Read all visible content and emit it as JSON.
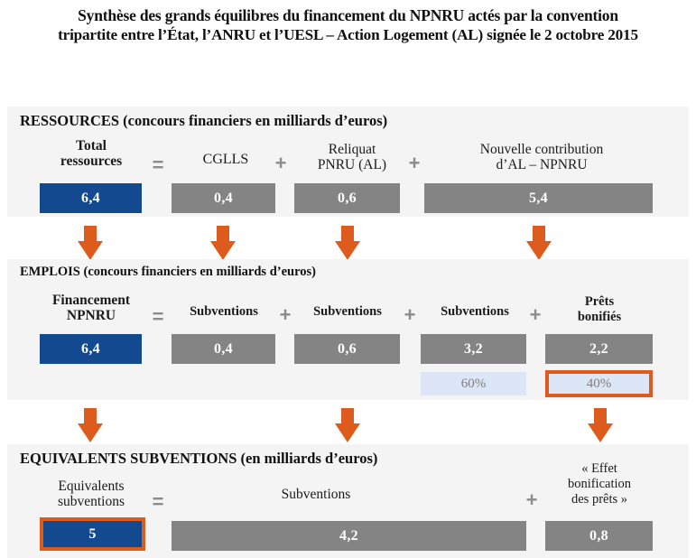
{
  "title": {
    "line1": "Synthèse des grands équilibres du financement du NPNRU actés par la convention",
    "line2": "tripartite entre l’État, l’ANRU et l’UESL – Action Logement (AL) signée le 2 octobre 2015"
  },
  "colors": {
    "accent_blue": "#12498f",
    "neutral_gray": "#848484",
    "arrow_orange": "#dd5b1c",
    "highlight_border": "#dd5b1c",
    "percent_bg": "#dce6f7",
    "panel_bg": "#f4f4f4"
  },
  "sections": {
    "ressources": {
      "heading": "RESSOURCES (concours financiers en milliards d’euros)",
      "columns": [
        {
          "label": "Total\nressources",
          "value": "6,4",
          "style": "blue"
        },
        {
          "label": "CGLLS",
          "value": "0,4",
          "style": "gray"
        },
        {
          "label": "Reliquat\nPNRU (AL)",
          "value": "0,6",
          "style": "gray"
        },
        {
          "label": "Nouvelle contribution\nd’AL – NPNRU",
          "value": "5,4",
          "style": "gray"
        }
      ],
      "operators": [
        "=",
        "+",
        "+"
      ]
    },
    "emplois": {
      "heading": "EMPLOIS (concours financiers en milliards d’euros)",
      "columns": [
        {
          "label": "Financement\nNPNRU",
          "value": "6,4",
          "style": "blue"
        },
        {
          "label": "Subventions",
          "value": "0,4",
          "style": "gray"
        },
        {
          "label": "Subventions",
          "value": "0,6",
          "style": "gray"
        },
        {
          "label": "Subventions",
          "value": "3,2",
          "style": "gray",
          "percent": "60%"
        },
        {
          "label": "Prêts\nbonifiés",
          "value": "2,2",
          "style": "gray",
          "percent": "40%"
        }
      ],
      "operators": [
        "=",
        "+",
        "+",
        "+"
      ]
    },
    "equivalents": {
      "heading": "EQUIVALENTS SUBVENTIONS (en milliards d’euros)",
      "columns": [
        {
          "label": "Equivalents\nsubventions",
          "value": "5",
          "style": "blue"
        },
        {
          "label": "Subventions",
          "value": "4,2",
          "style": "gray"
        },
        {
          "label": "« Effet\nbonification\ndes prêts »",
          "value": "0,8",
          "style": "gray"
        }
      ],
      "operators": [
        "=",
        "+"
      ]
    }
  },
  "icons": {
    "equals": "=",
    "plus": "+",
    "down_arrow": "down-arrow-icon"
  }
}
